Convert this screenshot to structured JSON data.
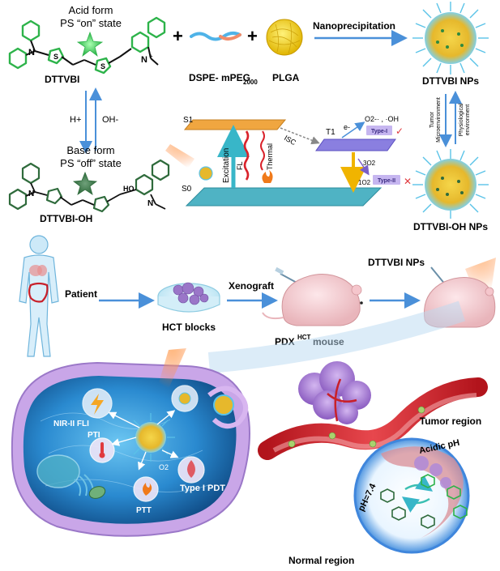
{
  "top": {
    "acid_form": {
      "line1": "Acid form",
      "line2": "PS “on” state",
      "name": "DTTVBI"
    },
    "proton_label": "H+",
    "hydroxide_label": "OH-",
    "base_form": {
      "line1": "Base form",
      "line2": "PS “off” state",
      "name": "DTTVBI-OH"
    },
    "plus": "+",
    "dspe_label": "DSPE- mPEG",
    "dspe_sub": "2000",
    "plga_label": "PLGA",
    "nanoprecipitation": "Nanoprecipitation",
    "nps_label": "DTTVBI NPs",
    "oh_nps_label": "DTTVBI-OH NPs",
    "tumor_env_1": "Tumor",
    "tumor_env_2": "Microenvironment",
    "phys_env_1": "Physiological",
    "phys_env_2": "environment"
  },
  "energy": {
    "s1": "S1",
    "s0": "S0",
    "t1": "T1",
    "excitation": "Excitation",
    "fl": "FL",
    "thermal": "Thermal",
    "isc": "ISC",
    "electron": "e-",
    "radicals": "O2-· , ·OH",
    "singlet_o2": "1O2",
    "triplet_o2": "3O2",
    "type_i": "Type-I",
    "type_ii": "Type-II",
    "check": "✓",
    "cross": "✕"
  },
  "workflow": {
    "patient": "Patient",
    "hct_blocks": "HCT blocks",
    "xenograft": "Xenograft",
    "pdx_mouse": "PDX",
    "pdx_sup": "HCT",
    "pdx_suffix": " mouse",
    "nps": "DTTVBI NPs"
  },
  "cell": {
    "nir_fli": "NIR-II FLI",
    "pti": "PTI",
    "o2": "O2",
    "type_i_pdt": "Type I PDT",
    "ptt": "PTT"
  },
  "tumor": {
    "tumor_region": "Tumor region",
    "acidic_ph": "Acidic pH",
    "ph74": "pH=7.4",
    "normal_region": "Normal region"
  },
  "colors": {
    "molecule_green": "#2db34a",
    "s1_orange": "#f0a640",
    "s0_teal": "#4fb3c4",
    "t1_purple": "#8a7fe0",
    "arrow_blue": "#4a90d9",
    "cell_blue": "#1f6fb8",
    "membrane_purple": "#c9a6e8",
    "vessel_red": "#c8202a",
    "tumor_purple": "#9b6fc0"
  }
}
